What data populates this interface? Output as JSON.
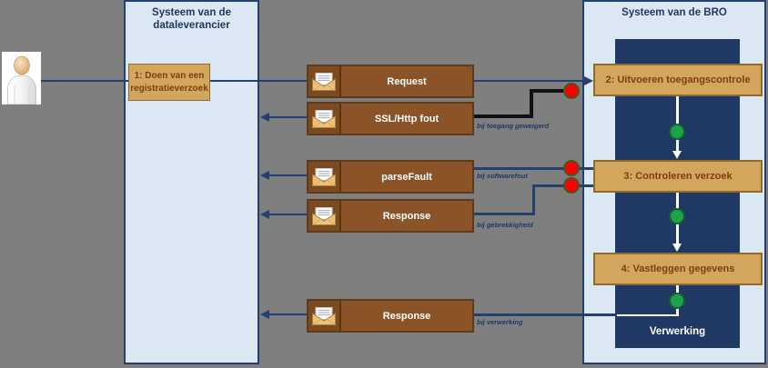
{
  "lanes": {
    "left": {
      "title": "Systeem van de dataleverancier"
    },
    "right": {
      "title": "Systeem van de BRO",
      "footer": "Verwerking"
    }
  },
  "actor": {
    "role": "dataleverancier-gebruiker"
  },
  "steps": {
    "step1": {
      "label": "1: Doen van een registratieverzoek"
    },
    "step2": {
      "label": "2: Uitvoeren toegangscontrole"
    },
    "step3": {
      "label": "3:  Controleren verzoek"
    },
    "step4": {
      "label": "4: Vastleggen gegevens"
    }
  },
  "messages": {
    "request": {
      "label": "Request"
    },
    "ssl_fout": {
      "label": "SSL/Http fout",
      "condition": "bij toegang geweigerd"
    },
    "parse_fault": {
      "label": "parseFault",
      "condition": "bij softwarefout"
    },
    "response_afkeur": {
      "label": "Response",
      "condition": "bij gebrekkigheid"
    },
    "response_verwerkt": {
      "label": "Response",
      "condition": "bij verwerking"
    }
  },
  "colors": {
    "background": "#7f7f7f",
    "lane_fill": "#dbe7f3",
    "lane_border": "#24406e",
    "dark_panel": "#1f3864",
    "process_fill": "#d2a75d",
    "process_text": "#7d3e0e",
    "message_fill": "#8a5428",
    "arrow": "#24406e",
    "error_line": "#111111",
    "success_dot": "#1fa04a",
    "error_dot": "#fe0000"
  }
}
